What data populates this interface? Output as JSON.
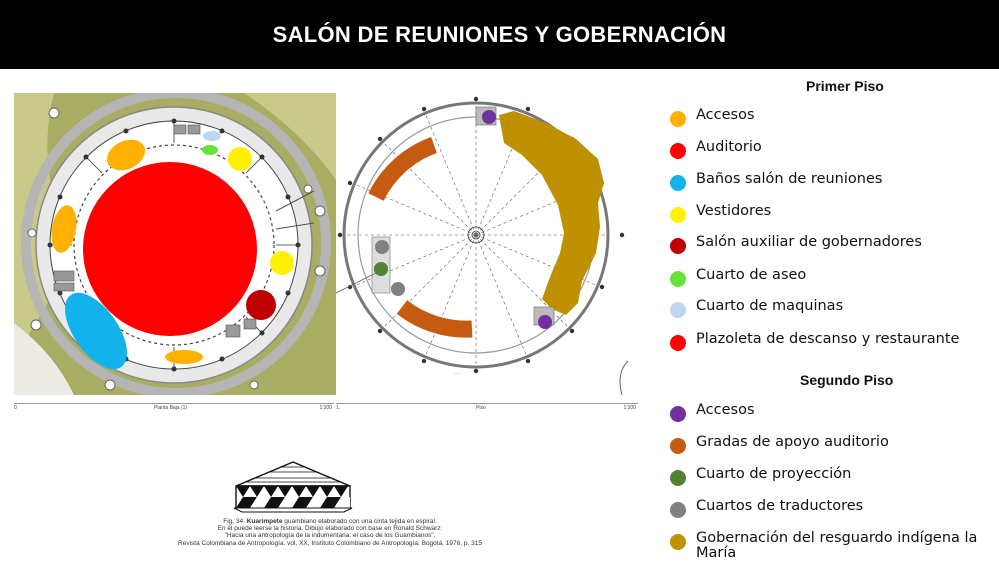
{
  "header": {
    "title": "SALÓN DE REUNIONES Y GOBERNACIÓN"
  },
  "plans": {
    "left_label": "Planta Baja (1)",
    "left_scale": "1:200",
    "right_label": "Piso",
    "right_scale": "1:200",
    "left_start": "0",
    "right_start": "1."
  },
  "legend": {
    "primer_piso_title": "Primer Piso",
    "primer_piso": [
      {
        "label": "Accesos",
        "color": "#FFB000"
      },
      {
        "label": "Auditorio",
        "color": "#FF0000"
      },
      {
        "label": "Baños salón de reuniones",
        "color": "#12B2EC"
      },
      {
        "label": "Vestidores",
        "color": "#FFF200"
      },
      {
        "label": "Salón auxiliar de gobernadores",
        "color": "#C00000"
      },
      {
        "label": "Cuarto de aseo",
        "color": "#66E23A"
      },
      {
        "label": "Cuarto de maquinas",
        "color": "#BDD7EE"
      },
      {
        "label": "Plazoleta de descanso y restaurante",
        "color": "#FF0000"
      }
    ],
    "segundo_piso_title": "Segundo Piso",
    "segundo_piso": [
      {
        "label": "Accesos",
        "color": "#7030A0"
      },
      {
        "label": "Gradas de apoyo auditorio",
        "color": "#C55A11"
      },
      {
        "label": "Cuarto de proyección",
        "color": "#548235"
      },
      {
        "label": "Cuartos de traductores",
        "color": "#808080"
      },
      {
        "label": "Gobernación del resguardo indígena la María",
        "color": "#BF9000"
      }
    ]
  },
  "caption": {
    "line1_a": "Fig. 34. ",
    "line1_b": "Kuarimpete",
    "line1_c": " guambiano elaborado con una cinta tejida en espiral.",
    "line2": "En él puede leerse la historia. Dibujo elaborado con base en Ronald Schwarz:",
    "line3": "\"Hacia una antropología de la indumentaria: el caso de los Guambianos\",",
    "line4": "Revista Colombiana de Antropología. vol. XX, Instituto Colombiano de Antropología, Bogotá, 1976, p. 315"
  }
}
